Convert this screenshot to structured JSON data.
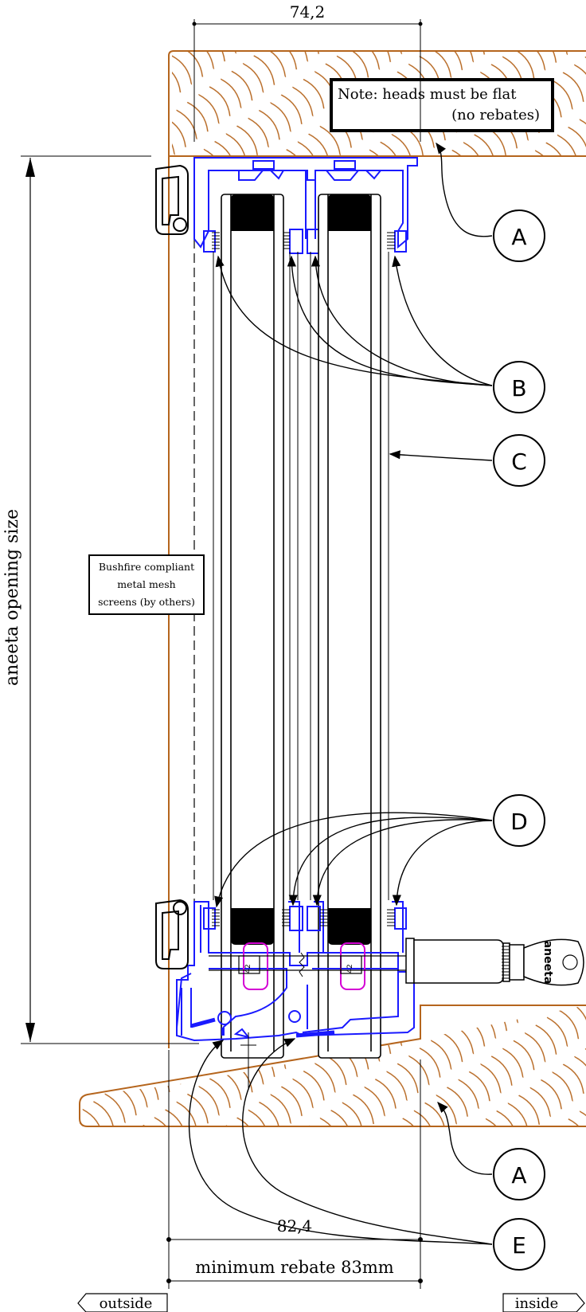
{
  "dimensions": {
    "top": "74,2",
    "bottom": "82,4",
    "rebate": "minimum rebate 83mm",
    "opening": "aneeta opening size"
  },
  "note": {
    "line1": "Note: heads must be flat",
    "line2": "(no rebates)"
  },
  "mesh_label": {
    "line1": "Bushfire compliant",
    "line2": "metal mesh",
    "line3": "screens (by others)"
  },
  "callouts": {
    "a_top": "A",
    "b": "B",
    "c": "C",
    "d": "D",
    "a_bottom": "A",
    "e": "E"
  },
  "sides": {
    "outside": "outside",
    "inside": "inside"
  },
  "lock_brand": "aneeta",
  "spacer_marks": {
    "left": "42",
    "right": "42"
  },
  "colors": {
    "timber": "#b5651d",
    "frame": "#1a1aff",
    "seal": "#d400d4",
    "line": "#000000"
  }
}
